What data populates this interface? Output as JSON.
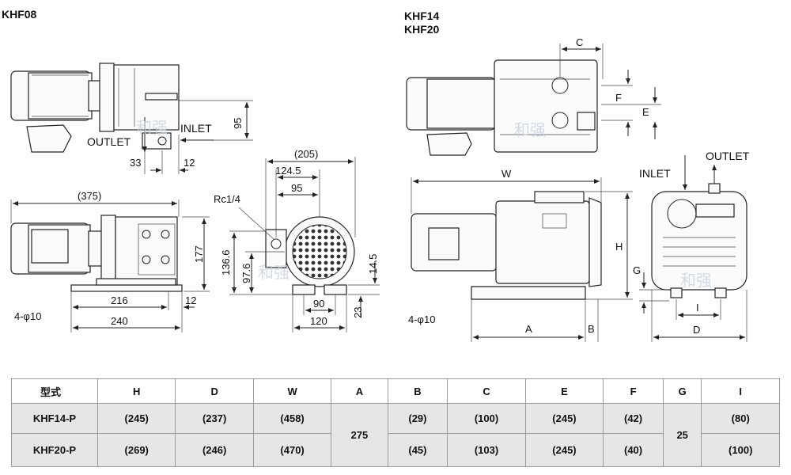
{
  "titles": {
    "left": "KHF08",
    "right_line1": "KHF14",
    "right_line2": "KHF20"
  },
  "watermark": "和强",
  "labels": {
    "inlet": "INLET",
    "outlet": "OUTLET",
    "rc": "Rc1/4",
    "hole_left": "4-φ10",
    "hole_right": "4-φ10"
  },
  "dims": {
    "d95a": "95",
    "d33": "33",
    "d12a": "12",
    "d375": "(375)",
    "d177": "177",
    "d216": "216",
    "d240": "240",
    "d12b": "12",
    "d205": "(205)",
    "d1245": "124.5",
    "d95b": "95",
    "d1366": "136.6",
    "d976": "97.6",
    "d145": "14.5",
    "d23": "23",
    "d90": "90",
    "d120": "120",
    "C": "C",
    "F": "F",
    "E": "E",
    "W": "W",
    "H": "H",
    "G": "G",
    "A": "A",
    "B": "B",
    "I": "I",
    "D": "D"
  },
  "table": {
    "headers": [
      "型式",
      "H",
      "D",
      "W",
      "A",
      "B",
      "C",
      "E",
      "F",
      "G",
      "I"
    ],
    "rows": [
      {
        "model": "KHF14-P",
        "H": "(245)",
        "D": "(237)",
        "W": "(458)",
        "B": "(29)",
        "C": "(100)",
        "E": "(245)",
        "F": "(42)",
        "I": "(80)"
      },
      {
        "model": "KHF20-P",
        "H": "(269)",
        "D": "(246)",
        "W": "(470)",
        "B": "(45)",
        "C": "(103)",
        "E": "(245)",
        "F": "(40)",
        "I": "(100)"
      }
    ],
    "shared": {
      "A": "275",
      "G": "25"
    }
  }
}
